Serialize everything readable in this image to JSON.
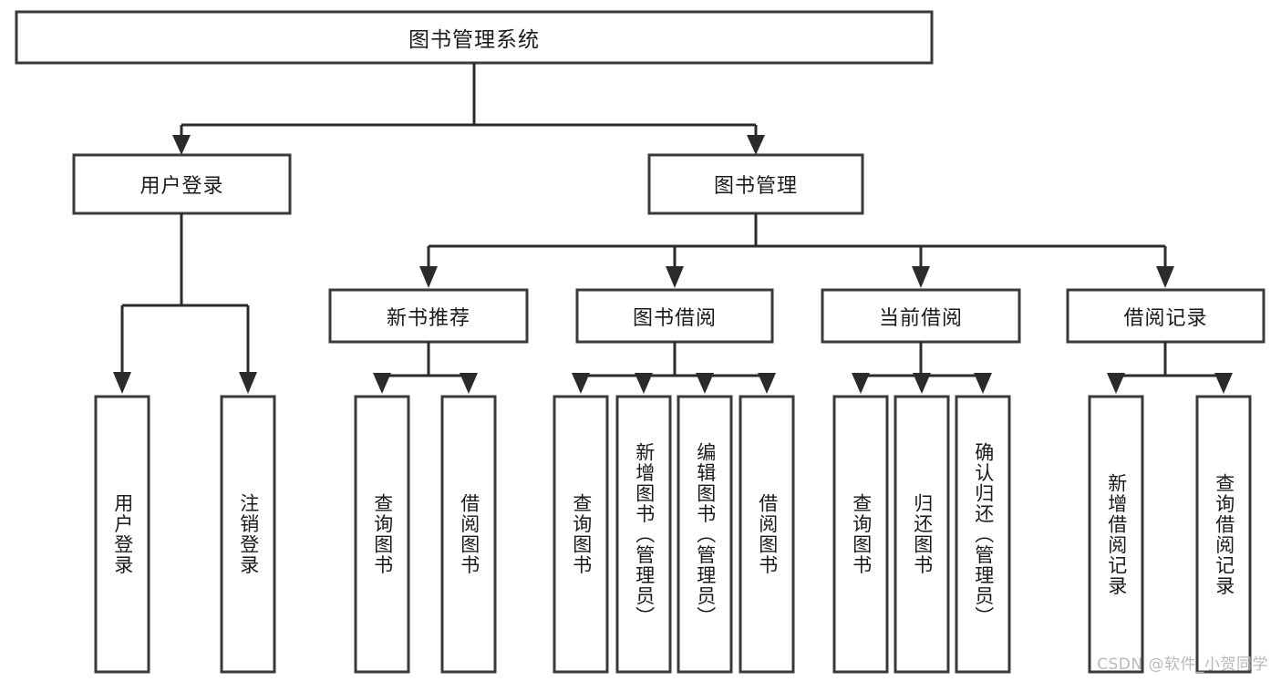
{
  "diagram": {
    "title": "图书管理系统",
    "type": "tree",
    "watermark": "CSDN @软件_小贺同学",
    "colors": {
      "box_stroke": "#3a3a3a",
      "connector": "#2b2b2b",
      "background": "#ffffff",
      "text": "#1a1a1a",
      "watermark": "#b9b9b9"
    },
    "root": {
      "label": "图书管理系统"
    },
    "level2": [
      {
        "label": "用户登录"
      },
      {
        "label": "图书管理"
      }
    ],
    "level3": [
      {
        "label": "新书推荐"
      },
      {
        "label": "图书借阅"
      },
      {
        "label": "当前借阅"
      },
      {
        "label": "借阅记录"
      }
    ],
    "leaves": {
      "user_login": [
        {
          "label": "用户登录"
        },
        {
          "label": "注销登录"
        }
      ],
      "new_book_recommend": [
        {
          "label": "查询图书"
        },
        {
          "label": "借阅图书"
        }
      ],
      "book_borrow": [
        {
          "label": "查询图书"
        },
        {
          "label": "新增图书（管理员）"
        },
        {
          "label": "编辑图书（管理员）"
        },
        {
          "label": "借阅图书"
        }
      ],
      "current_borrow": [
        {
          "label": "查询图书"
        },
        {
          "label": "归还图书"
        },
        {
          "label": "确认归还（管理员）"
        }
      ],
      "borrow_record": [
        {
          "label": "新增借阅记录"
        },
        {
          "label": "查询借阅记录"
        }
      ]
    }
  }
}
